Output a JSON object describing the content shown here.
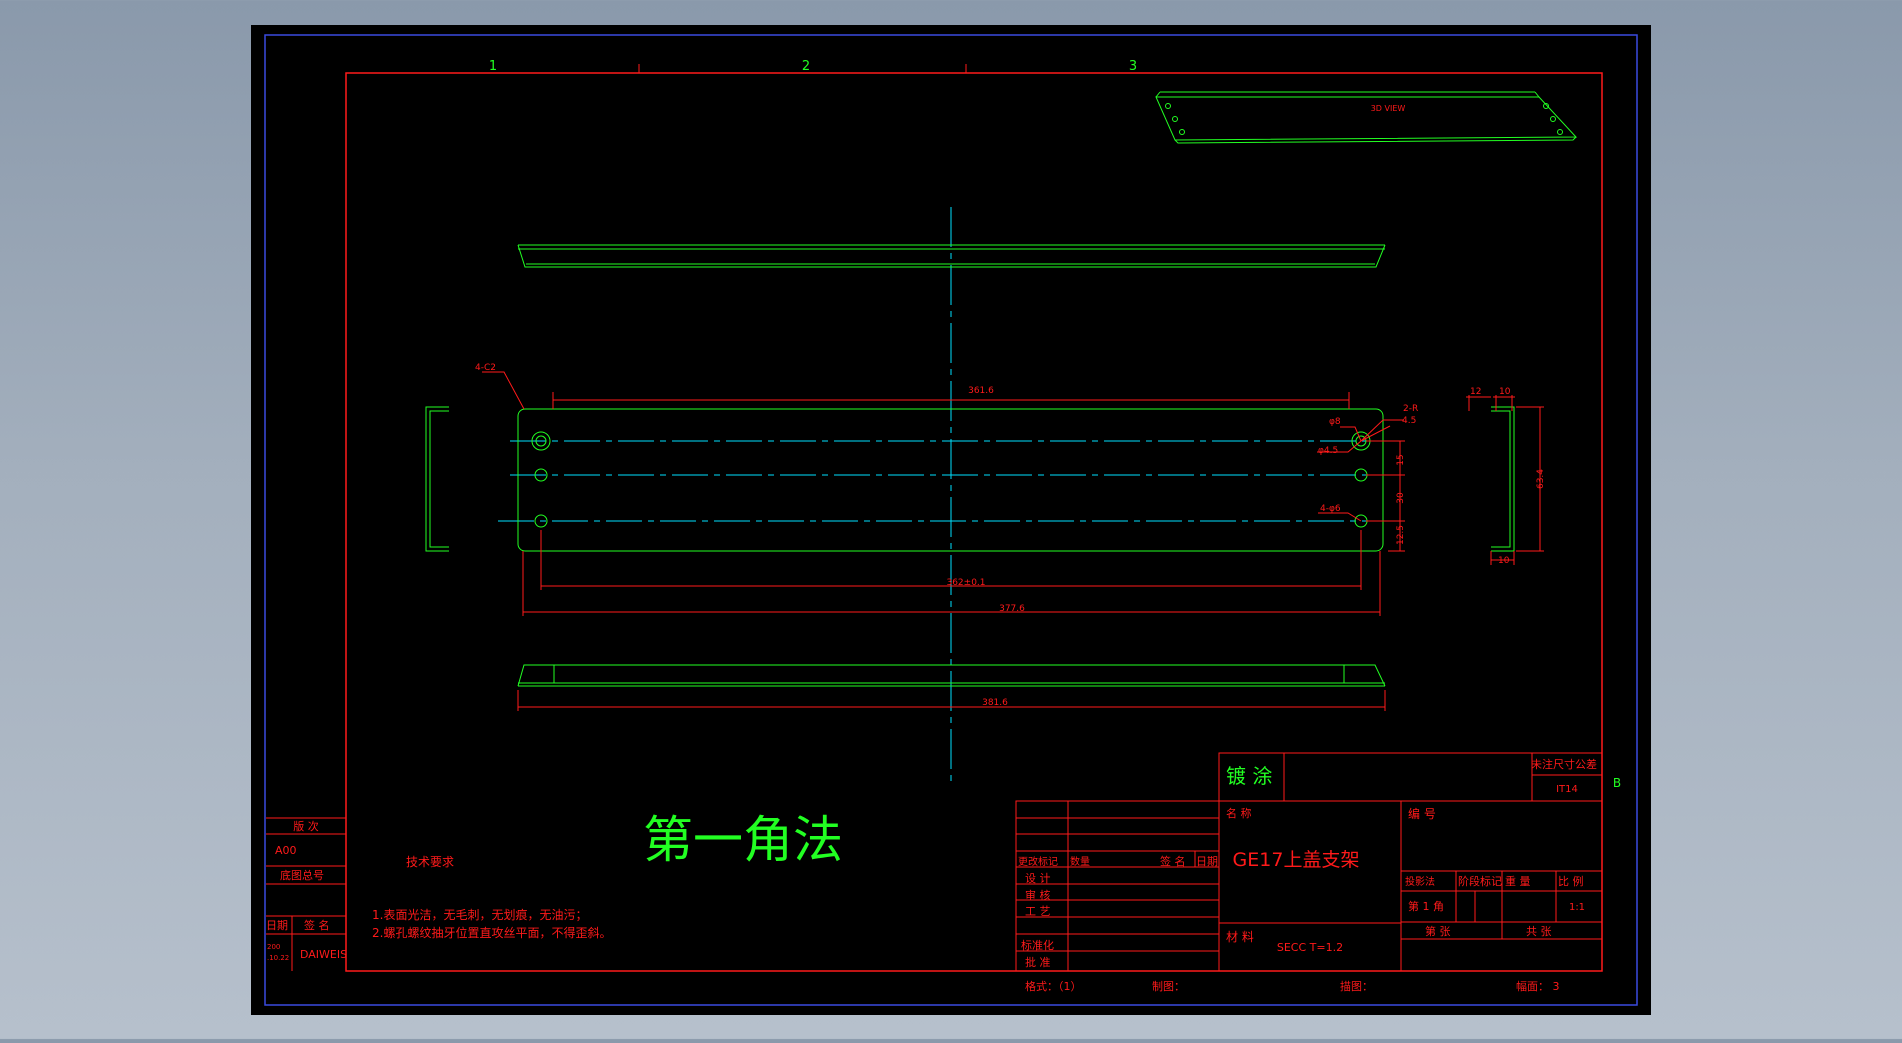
{
  "zones": {
    "z1": "1",
    "z2": "2",
    "z3": "3",
    "zb": "B"
  },
  "view3d": {
    "label": "3D VIEW"
  },
  "dims": {
    "width_top": "361.6",
    "hole_spacing": "362±0.1",
    "overall": "377.6",
    "bottom_view": "381.6",
    "chamfer": "4-C2",
    "phi8": "φ8",
    "phi45": "φ4.5",
    "two_r": "2-R",
    "r45": "4.5",
    "four_phi6": "4-φ6",
    "d15": "15",
    "d30": "30",
    "d12_5": "12.5",
    "s12": "12",
    "s10": "10",
    "s10b": "10",
    "h63": "63.4"
  },
  "projection_method": "第一角法",
  "tech_req": {
    "title": "技术要求",
    "line1": "1.表面光洁，无毛刺，无划痕，无油污；",
    "line2": "2.螺孔螺纹抽牙位置直攻丝平面，不得歪斜。"
  },
  "revision_block": {
    "header": "版  次",
    "value": "A00",
    "drawing_no_label": "底图总号",
    "date_label": "日期",
    "sign_label": "签 名",
    "date_value_1": "200",
    "date_value_2": ".10.22",
    "signer": "DAIWEIS"
  },
  "title_block": {
    "coating": "镀 涂",
    "tolerance_label": "未注尺寸公差",
    "tolerance_value": "IT14",
    "name_label": "名  称",
    "part_name": "GE17上盖支架",
    "number_label": "编  号",
    "change_mark": "更改标记",
    "qty": "数量",
    "sign_name": "签  名",
    "date": "日期",
    "design": "设  计",
    "review": "审  核",
    "process": "工  艺",
    "standard": "标准化",
    "approve": "批  准",
    "material_label": "材  料",
    "material_value": "SECC T=1.2",
    "proj_method": "投影法",
    "stage_mark": "阶段标记",
    "weight": "重  量",
    "scale_label": "比  例",
    "first_angle": "第 1 角",
    "scale_value": "1:1",
    "sheet": "第    张",
    "total": "共    张"
  },
  "bottom_bar": {
    "format": "格式：（1）",
    "drafter": "制图：",
    "tracer": "描图：",
    "size": "幅面： 3"
  },
  "colors": {
    "viewport_bg": "#8a99ab",
    "sheet_bg": "#000000",
    "outer_border": "#3a4ae0",
    "frame_red": "#ff1a1a",
    "line_green": "#22ff22",
    "center_cyan": "#00e0ff",
    "text_white": "#ffffff"
  }
}
